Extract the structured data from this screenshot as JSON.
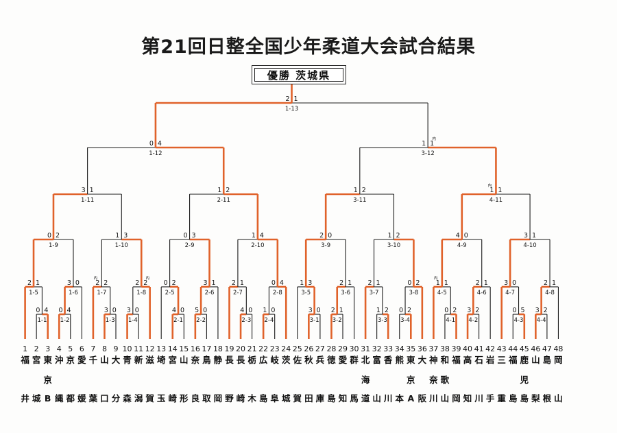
{
  "title": "第21回日整全国少年柔道大会試合結果",
  "champion": "優勝 茨城県",
  "colors": {
    "win": "#e0622a",
    "line": "#1a1a1a"
  },
  "teams": [
    {
      "n": "1",
      "name": [
        "福",
        "",
        "井"
      ]
    },
    {
      "n": "2",
      "name": [
        "宮",
        "",
        "城"
      ]
    },
    {
      "n": "3",
      "name": [
        "東",
        "京",
        "B"
      ]
    },
    {
      "n": "4",
      "name": [
        "沖",
        "",
        "縄"
      ]
    },
    {
      "n": "5",
      "name": [
        "京",
        "",
        "都"
      ]
    },
    {
      "n": "6",
      "name": [
        "愛",
        "",
        "媛"
      ]
    },
    {
      "n": "7",
      "name": [
        "千",
        "",
        "葉"
      ]
    },
    {
      "n": "8",
      "name": [
        "山",
        "",
        "口"
      ]
    },
    {
      "n": "9",
      "name": [
        "大",
        "",
        "分"
      ]
    },
    {
      "n": "10",
      "name": [
        "青",
        "",
        "森"
      ]
    },
    {
      "n": "11",
      "name": [
        "新",
        "",
        "潟"
      ]
    },
    {
      "n": "12",
      "name": [
        "滋",
        "",
        "賀"
      ]
    },
    {
      "n": "13",
      "name": [
        "埼",
        "",
        "玉"
      ]
    },
    {
      "n": "14",
      "name": [
        "宮",
        "",
        "崎"
      ]
    },
    {
      "n": "15",
      "name": [
        "山",
        "",
        "形"
      ]
    },
    {
      "n": "16",
      "name": [
        "奈",
        "",
        "良"
      ]
    },
    {
      "n": "17",
      "name": [
        "鳥",
        "",
        "取"
      ]
    },
    {
      "n": "18",
      "name": [
        "静",
        "",
        "岡"
      ]
    },
    {
      "n": "19",
      "name": [
        "長",
        "",
        "野"
      ]
    },
    {
      "n": "20",
      "name": [
        "長",
        "",
        "崎"
      ]
    },
    {
      "n": "21",
      "name": [
        "栃",
        "",
        "木"
      ]
    },
    {
      "n": "22",
      "name": [
        "広",
        "",
        "島"
      ]
    },
    {
      "n": "23",
      "name": [
        "岐",
        "",
        "阜"
      ]
    },
    {
      "n": "24",
      "name": [
        "茨",
        "",
        "城"
      ]
    },
    {
      "n": "25",
      "name": [
        "佐",
        "",
        "賀"
      ]
    },
    {
      "n": "26",
      "name": [
        "秋",
        "",
        "田"
      ]
    },
    {
      "n": "27",
      "name": [
        "兵",
        "",
        "庫"
      ]
    },
    {
      "n": "28",
      "name": [
        "徳",
        "",
        "島"
      ]
    },
    {
      "n": "29",
      "name": [
        "愛",
        "",
        "知"
      ]
    },
    {
      "n": "30",
      "name": [
        "群",
        "",
        "馬"
      ]
    },
    {
      "n": "31",
      "name": [
        "北",
        "海",
        "道"
      ]
    },
    {
      "n": "32",
      "name": [
        "富",
        "",
        "山"
      ]
    },
    {
      "n": "33",
      "name": [
        "香",
        "",
        "川"
      ]
    },
    {
      "n": "34",
      "name": [
        "熊",
        "",
        "本"
      ]
    },
    {
      "n": "35",
      "name": [
        "東",
        "京",
        "A"
      ]
    },
    {
      "n": "36",
      "name": [
        "大",
        "",
        "阪"
      ]
    },
    {
      "n": "37",
      "name": [
        "神",
        "奈",
        "川"
      ]
    },
    {
      "n": "38",
      "name": [
        "和",
        "歌",
        "山"
      ]
    },
    {
      "n": "39",
      "name": [
        "福",
        "",
        "岡"
      ]
    },
    {
      "n": "40",
      "name": [
        "高",
        "",
        "知"
      ]
    },
    {
      "n": "41",
      "name": [
        "石",
        "",
        "川"
      ]
    },
    {
      "n": "42",
      "name": [
        "岩",
        "",
        "手"
      ]
    },
    {
      "n": "43",
      "name": [
        "三",
        "",
        "重"
      ]
    },
    {
      "n": "44",
      "name": [
        "福",
        "",
        "島"
      ]
    },
    {
      "n": "45",
      "name": [
        "鹿",
        "児",
        "島"
      ]
    },
    {
      "n": "46",
      "name": [
        "山",
        "",
        "梨"
      ]
    },
    {
      "n": "47",
      "name": [
        "島",
        "",
        "根"
      ]
    },
    {
      "n": "48",
      "name": [
        "岡",
        "",
        "山"
      ]
    }
  ],
  "matches": {
    "1-1": {
      "id": "1-1",
      "s1": "0",
      "s2": "4",
      "w": 2
    },
    "1-2": {
      "id": "1-2",
      "s1": "0",
      "s2": "4",
      "w": 1
    },
    "1-3": {
      "id": "1-3",
      "s1": "3",
      "s2": "0",
      "w": 1
    },
    "1-4": {
      "id": "1-4",
      "s1": "3",
      "s2": "0",
      "w": 1
    },
    "2-1": {
      "id": "2-1",
      "s1": "4",
      "s2": "0",
      "w": 1
    },
    "2-2": {
      "id": "2-2",
      "s1": "5",
      "s2": "0",
      "w": 1
    },
    "2-3": {
      "id": "2-3",
      "s1": "4",
      "s2": "0",
      "w": 1
    },
    "2-4": {
      "id": "2-4",
      "s1": "1",
      "s2": "0",
      "w": 1
    },
    "3-1": {
      "id": "3-1",
      "s1": "3",
      "s2": "0",
      "w": 1
    },
    "3-2": {
      "id": "3-2",
      "s1": "2",
      "s2": "1",
      "w": 1
    },
    "3-3": {
      "id": "3-3",
      "s1": "1",
      "s2": "2",
      "w": 2
    },
    "3-4": {
      "id": "3-4",
      "s1": "0",
      "s2": "2",
      "w": 2
    },
    "4-1": {
      "id": "4-1",
      "s1": "0",
      "s2": "2",
      "w": 2
    },
    "4-2": {
      "id": "4-2",
      "s1": "3",
      "s2": "2",
      "w": 1
    },
    "4-3": {
      "id": "4-3",
      "s1": "0",
      "s2": "5",
      "w": 2
    },
    "4-4": {
      "id": "4-4",
      "s1": "3",
      "s2": "2",
      "w": 1
    },
    "1-5": {
      "id": "1-5",
      "s1": "2",
      "s2": "1",
      "w": 1
    },
    "1-6": {
      "id": "1-6",
      "s1": "3",
      "s2": "0",
      "w": 1
    },
    "1-7": {
      "id": "1-7",
      "s1": "2",
      "s2": "2",
      "w": 1,
      "m": "1"
    },
    "1-8": {
      "id": "1-8",
      "s1": "2",
      "s2": "2",
      "w": 2,
      "m": "2"
    },
    "2-5": {
      "id": "2-5",
      "s1": "0",
      "s2": "2",
      "w": 2
    },
    "2-6": {
      "id": "2-6",
      "s1": "3",
      "s2": "1",
      "w": 1
    },
    "2-7": {
      "id": "2-7",
      "s1": "2",
      "s2": "1",
      "w": 1
    },
    "2-8": {
      "id": "2-8",
      "s1": "0",
      "s2": "4",
      "w": 2
    },
    "3-5": {
      "id": "3-5",
      "s1": "1",
      "s2": "3",
      "w": 2
    },
    "3-6": {
      "id": "3-6",
      "s1": "2",
      "s2": "1",
      "w": 1
    },
    "3-7": {
      "id": "3-7",
      "s1": "2",
      "s2": "1",
      "w": 1
    },
    "3-8": {
      "id": "3-8",
      "s1": "0",
      "s2": "2",
      "w": 2
    },
    "4-5": {
      "id": "4-5",
      "s1": "1",
      "s2": "1",
      "w": 1,
      "m": "1"
    },
    "4-6": {
      "id": "4-6",
      "s1": "2",
      "s2": "1",
      "w": 1
    },
    "4-7": {
      "id": "4-7",
      "s1": "3",
      "s2": "0",
      "w": 1
    },
    "4-8": {
      "id": "4-8",
      "s1": "2",
      "s2": "1",
      "w": 1
    },
    "1-9": {
      "id": "1-9",
      "s1": "0",
      "s2": "2",
      "w": 1
    },
    "1-10": {
      "id": "1-10",
      "s1": "1",
      "s2": "3",
      "w": 2
    },
    "2-9": {
      "id": "2-9",
      "s1": "0",
      "s2": "3",
      "w": 2
    },
    "2-10": {
      "id": "2-10",
      "s1": "1",
      "s2": "4",
      "w": 2
    },
    "3-9": {
      "id": "3-9",
      "s1": "2",
      "s2": "0",
      "w": 1
    },
    "3-10": {
      "id": "3-10",
      "s1": "1",
      "s2": "2",
      "w": 2
    },
    "4-9": {
      "id": "4-9",
      "s1": "4",
      "s2": "0",
      "w": 1
    },
    "4-10": {
      "id": "4-10",
      "s1": "3",
      "s2": "1",
      "w": 1
    },
    "1-11": {
      "id": "1-11",
      "s1": "3",
      "s2": "1",
      "w": 1
    },
    "2-11": {
      "id": "2-11",
      "s1": "1",
      "s2": "2",
      "w": 2
    },
    "3-11": {
      "id": "3-11",
      "s1": "1",
      "s2": "2",
      "w": 1
    },
    "4-11": {
      "id": "4-11",
      "s1": "1",
      "s2": "1",
      "w": 1,
      "m": "1"
    },
    "1-12": {
      "id": "1-12",
      "s1": "0",
      "s2": "4",
      "w": 2
    },
    "3-12": {
      "id": "3-12",
      "s1": "1",
      "s2": "1",
      "w": 2,
      "m": "2"
    },
    "1-13": {
      "id": "1-13",
      "s1": "2",
      "s2": "1",
      "w": 1
    },
    "mark": "内"
  }
}
